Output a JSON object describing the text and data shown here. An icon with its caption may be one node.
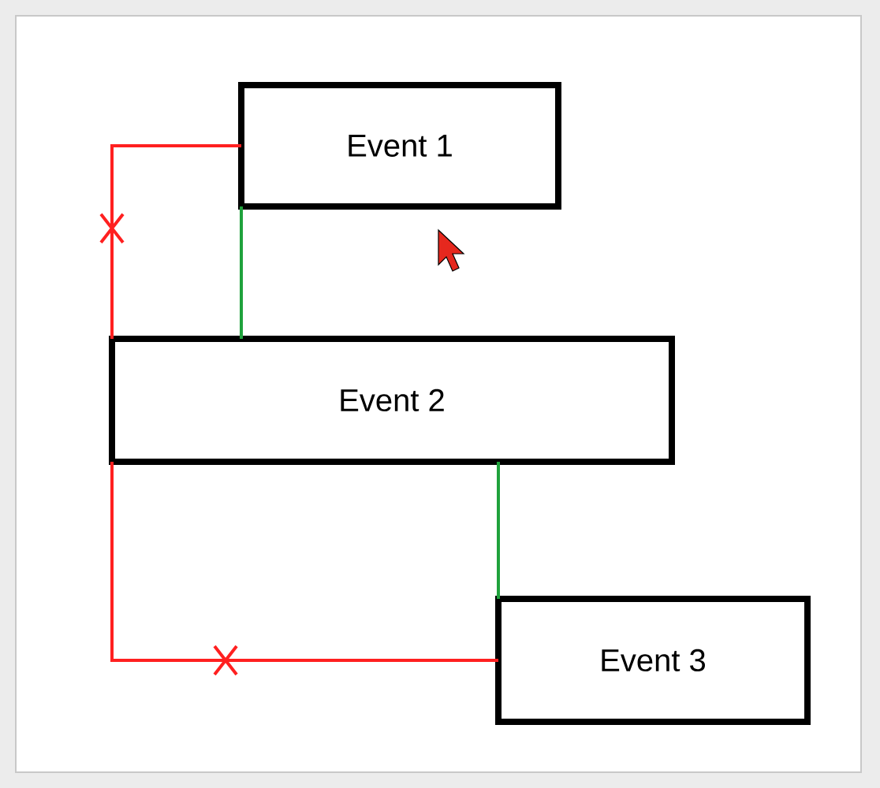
{
  "diagram": {
    "nodes": [
      {
        "text": [
          "Event 1"
        ]
      },
      {
        "text": [
          "Event 2"
        ]
      },
      {
        "text": [
          "Event 3"
        ]
      }
    ],
    "edges": [
      {
        "from": 0,
        "to": 1,
        "arrow": "none",
        "color": "#ff2020"
      },
      {
        "from": 0,
        "to": 1,
        "arrow": "none",
        "color": "#1fa23c"
      },
      {
        "from": 1,
        "to": 2,
        "arrow": "none",
        "color": "#ff2020"
      },
      {
        "from": 1,
        "to": 2,
        "arrow": "none",
        "color": "#1fa23c"
      }
    ]
  }
}
